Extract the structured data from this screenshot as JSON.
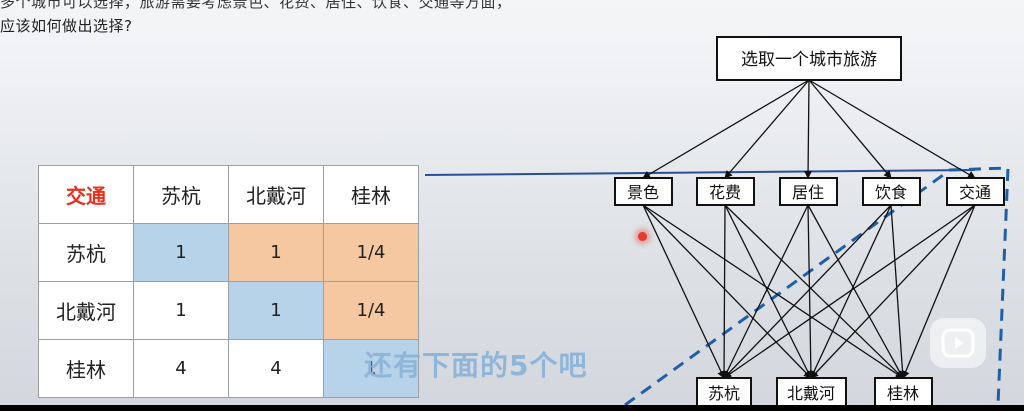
{
  "header": {
    "line1": "多个城市可以选择，旅游需要考虑景色、花费、居住、饮食、交通等方面，",
    "line2": "应该如何做出选择?"
  },
  "table": {
    "corner": "交通",
    "columns": [
      "苏杭",
      "北戴河",
      "桂林"
    ],
    "rows": [
      {
        "label": "苏杭",
        "cells": [
          "1",
          "1",
          "1/4"
        ]
      },
      {
        "label": "北戴河",
        "cells": [
          "1",
          "1",
          "1/4"
        ]
      },
      {
        "label": "桂林",
        "cells": [
          "4",
          "4",
          "1"
        ]
      }
    ]
  },
  "hierarchy": {
    "goal": "选取一个城市旅游",
    "criteria": [
      "景色",
      "花费",
      "居住",
      "饮食",
      "交通"
    ],
    "alternatives": [
      "苏杭",
      "北戴河",
      "桂林"
    ]
  },
  "overlay": {
    "caption": "还有下面的5个吧"
  },
  "colors": {
    "corner_text": "#e8301f",
    "cell_blue": "#b7d3ea",
    "cell_orange": "#f6c8a2",
    "dashed_line": "#1f5fa8",
    "caption": "#8fb6d9"
  },
  "icons": [
    "play-icon",
    "laser-pointer"
  ]
}
